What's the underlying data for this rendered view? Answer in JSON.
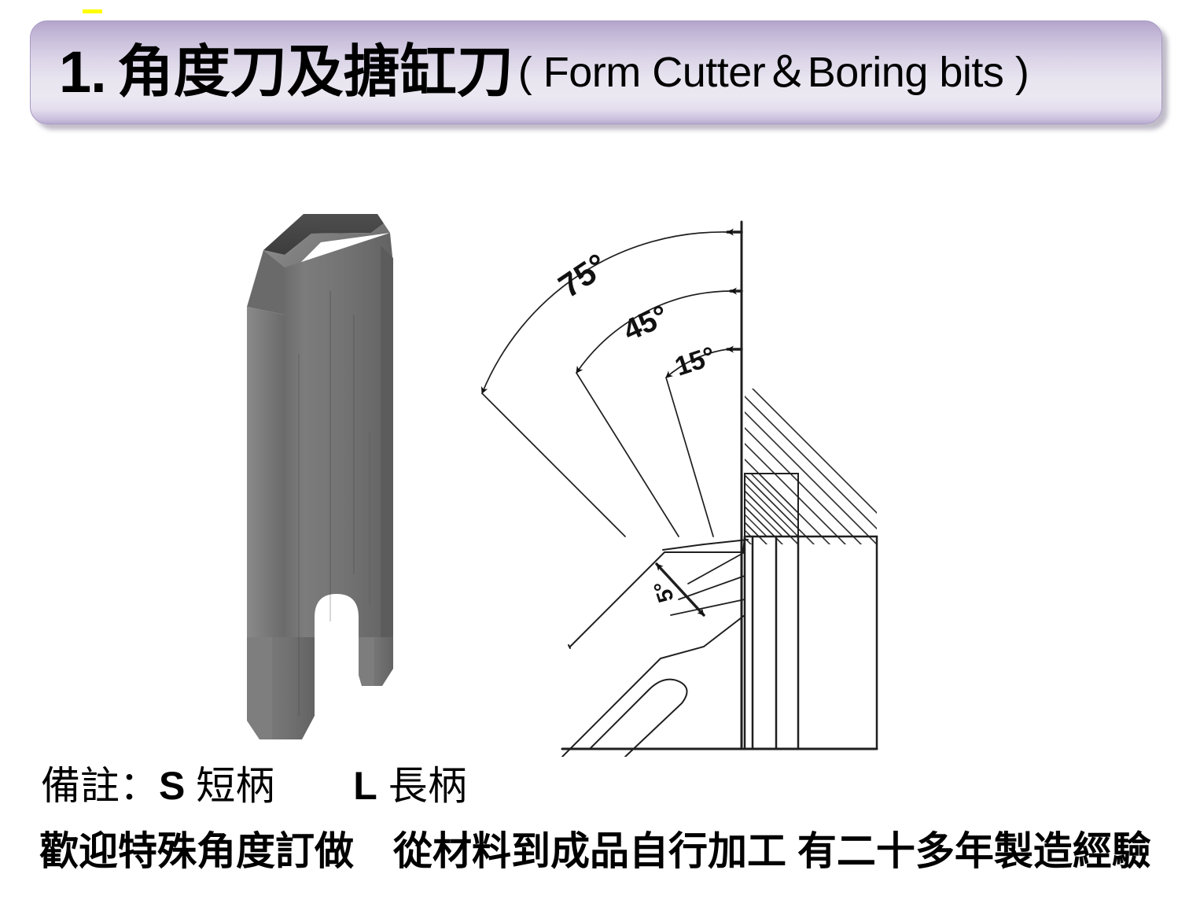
{
  "slide": {
    "background_color": "#ffffff",
    "highlight_mark_color": "#ffff00"
  },
  "title": {
    "number": "1.",
    "chinese": "角度刀及搪缸刀",
    "english": "( Form Cutter＆Boring bits )",
    "banner_gradient_top": "#b3a5cb",
    "banner_gradient_mid": "#ece8f2",
    "banner_gradient_bottom": "#b9acd1"
  },
  "photo": {
    "caption": "",
    "alt_name": "form-cutter-boring-bit-photo",
    "body_color": "#6f6f6f",
    "tip_color": "#4a4a4a"
  },
  "diagram": {
    "alt_name": "cutting-angle-technical-drawing",
    "angle_labels": [
      "75°",
      "45°",
      "15°"
    ],
    "lower_angle_label": "5°",
    "line_color": "#1a1a1a"
  },
  "notes": {
    "line1_prefix": "備註：",
    "line1_s_code": "S",
    "line1_s_text": " 短柄",
    "line1_gap": "　　",
    "line1_l_code": "L",
    "line1_l_text": " 長柄",
    "line2": "歡迎特殊角度訂做　從材料到成品自行加工 有二十多年製造經驗"
  }
}
